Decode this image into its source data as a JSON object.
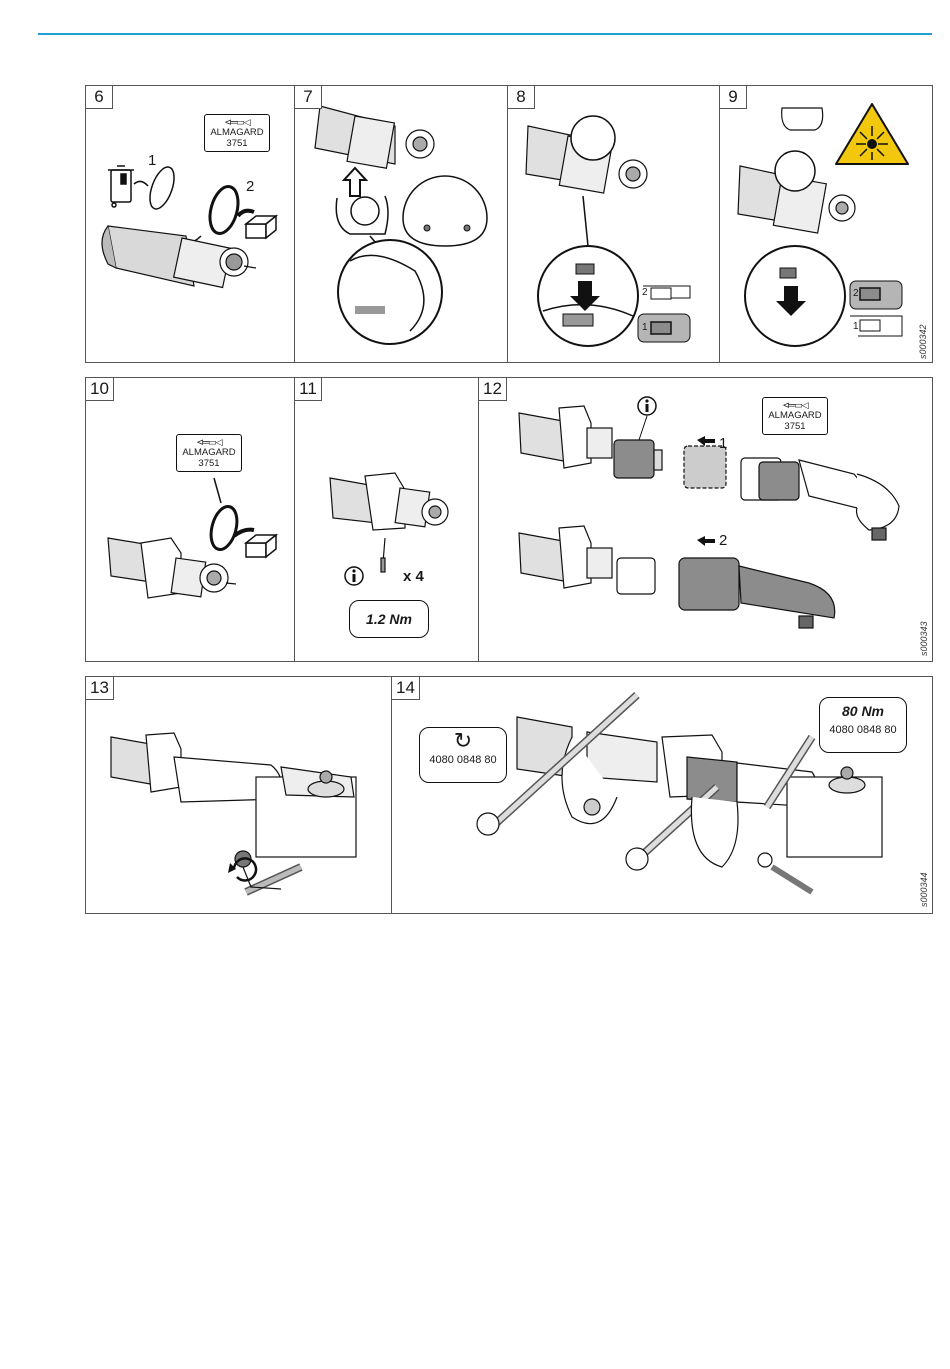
{
  "steps": {
    "s6": {
      "num": "6",
      "label1": "1",
      "label2": "2",
      "lubricant": {
        "name": "ALMAGARD",
        "code": "3751"
      }
    },
    "s7": {
      "num": "7"
    },
    "s8": {
      "num": "8",
      "opt_top": "2",
      "opt_bottom": "1"
    },
    "s9": {
      "num": "9",
      "opt_top": "2",
      "opt_bottom": "1"
    },
    "s10": {
      "num": "10",
      "lubricant": {
        "name": "ALMAGARD",
        "code": "3751"
      }
    },
    "s11": {
      "num": "11",
      "qty": "x 4",
      "torque": "1.2 Nm"
    },
    "s12": {
      "num": "12",
      "arrow1": "1",
      "arrow2": "2",
      "lubricant": {
        "name": "ALMAGARD",
        "code": "3751"
      }
    },
    "s13": {
      "num": "13"
    },
    "s14": {
      "num": "14",
      "torque": "80 Nm",
      "tool_left": "4080 0848 80",
      "tool_right": "4080 0848 80"
    }
  },
  "figure_codes": {
    "row1": "s000342",
    "row2": "s000343",
    "row3": "s000344"
  },
  "colors": {
    "accent_line": "#1f9fd8",
    "laser_warning": "#f2c80f",
    "highlight_grey": "#8c8c8c"
  },
  "icons": [
    "trash-bin-icon",
    "laser-warning-icon",
    "info-icon",
    "lubricant-gun-icon",
    "box-icon",
    "rotate-arrow-icon"
  ]
}
